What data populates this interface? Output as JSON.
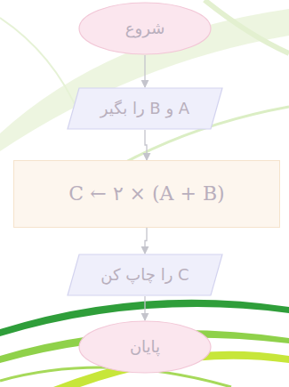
{
  "diagram": {
    "nodes": [
      {
        "text": [
          "شروع"
        ]
      },
      {
        "text": [
          "A و B را بگیر"
        ]
      },
      {
        "text": [
          "C ← ۲ × (A + B)"
        ]
      },
      {
        "text": [
          "C را چاپ کن"
        ]
      },
      {
        "text": [
          "پایان"
        ]
      }
    ],
    "edges": [
      {
        "from": 0,
        "to": 1,
        "arrow": "to"
      },
      {
        "from": 1,
        "to": 2,
        "arrow": "to"
      },
      {
        "from": 2,
        "to": 3,
        "arrow": "to"
      },
      {
        "from": 3,
        "to": 4,
        "arrow": "to"
      }
    ]
  }
}
